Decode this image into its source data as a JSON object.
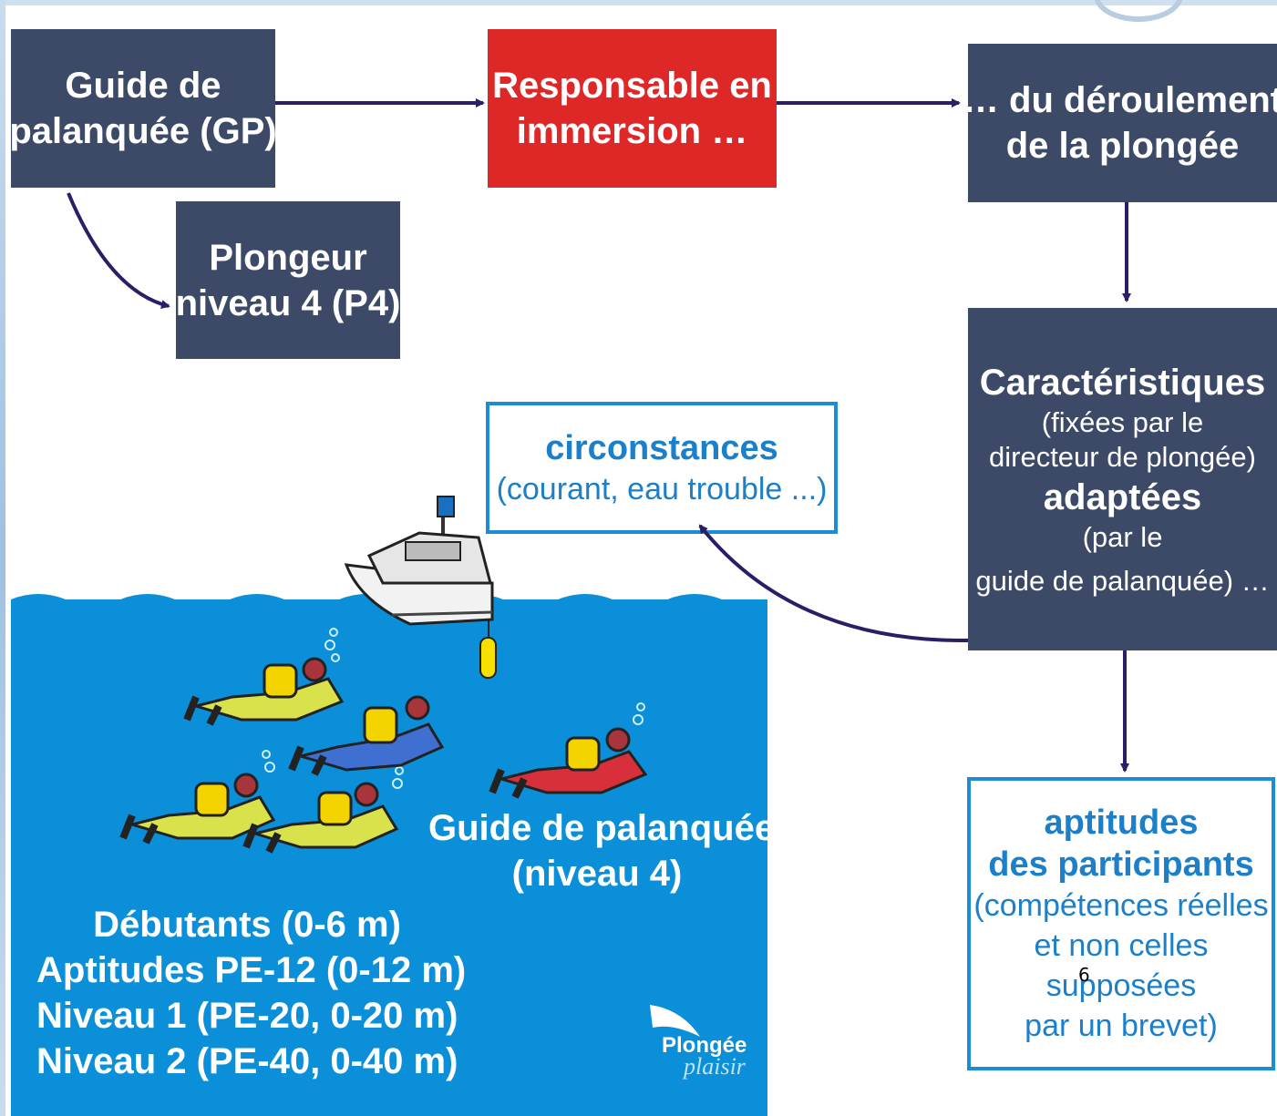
{
  "nodes": {
    "guide_de_palanquee": {
      "lines": [
        "Guide de",
        "palanquée (GP)"
      ]
    },
    "plongeur_niveau_4": {
      "lines": [
        "Plongeur",
        "niveau 4 (P4)"
      ]
    },
    "responsable": {
      "lines": [
        "Responsable en",
        "immersion …"
      ]
    },
    "deroulement": {
      "lines": [
        "… du déroulement",
        "de la plongée"
      ]
    },
    "caracteristiques": {
      "title": "Caractéristiques",
      "fixed_line1": "(fixées par le",
      "fixed_line2": "directeur de plongée)",
      "adapted": "adaptées",
      "by_line1": "(par le",
      "by_line2": "guide de palanquée) …"
    },
    "circonstances": {
      "title": "circonstances",
      "detail": "(courant, eau trouble ...)"
    },
    "aptitudes": {
      "title_line1": "aptitudes",
      "title_line2": "des participants",
      "detail_lines": [
        "(compétences réelles",
        "et non celles",
        "supposées",
        "par un brevet)"
      ]
    }
  },
  "illustration": {
    "guide_label": [
      "Guide de palanquée",
      "(niveau 4)"
    ],
    "levels": [
      "Débutants (0-6 m)",
      "Aptitudes PE-12 (0-12 m)",
      "Niveau 1 (PE-20, 0-20 m)",
      "Niveau 2 (PE-40, 0-40 m)"
    ],
    "logo": {
      "main": "Plongée",
      "sub": "plaisir"
    }
  },
  "page_number": "6",
  "colors": {
    "dark_box": "#3c4a68",
    "red_box": "#de2727",
    "outline_blue": "#1b8dd4",
    "text_blue": "#1b7fc9",
    "sea": "#0a8fd8",
    "arrow": "#2a1f66"
  }
}
